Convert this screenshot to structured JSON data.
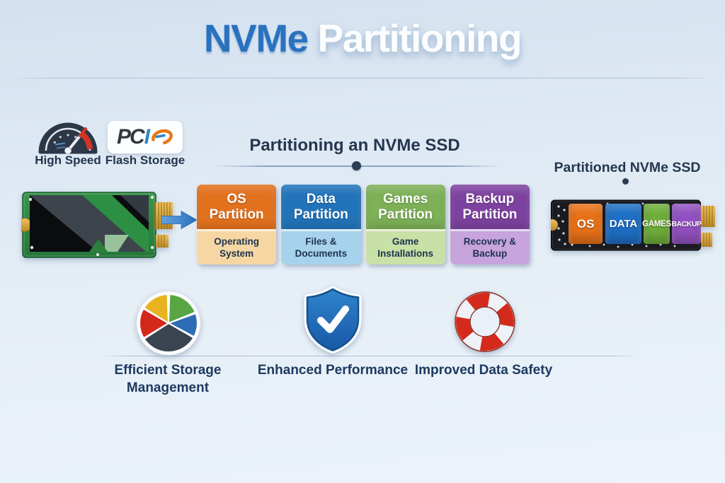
{
  "title": {
    "accent": "NVMe",
    "rest": "Partitioning"
  },
  "features": {
    "speed": {
      "icon": "speedometer-icon",
      "label": "High Speed"
    },
    "pci": {
      "icon": "pci-flash-logo",
      "logo_text_dark": "PC",
      "logo_text_accent": "I",
      "label": "Flash Storage"
    }
  },
  "process": {
    "heading": "Partitioning an NVMe SSD",
    "cards": [
      {
        "title": "OS Partition",
        "subtitle": "Operating System",
        "header_color": "#e2711e",
        "body_color": "#f6d7a4"
      },
      {
        "title": "Data Partition",
        "subtitle": "Files & Documents",
        "header_color": "#2273b9",
        "body_color": "#a7d2ec"
      },
      {
        "title": "Games Partition",
        "subtitle": "Game Installations",
        "header_color": "#7db057",
        "body_color": "#c7e1a6"
      },
      {
        "title": "Backup Partition",
        "subtitle": "Recovery & Backup",
        "header_color": "#7d429f",
        "body_color": "#c7a4dc"
      }
    ]
  },
  "result": {
    "heading": "Partitioned NVMe SSD",
    "partitions": [
      {
        "label": "OS",
        "color": "#e87118"
      },
      {
        "label": "DATA",
        "color": "#1e6fc5"
      },
      {
        "label": "GAMES",
        "color": "#6fae3a"
      },
      {
        "label": "BACKUP",
        "color": "#9251c1"
      }
    ]
  },
  "benefits": [
    {
      "icon": "pie-chart-icon",
      "label": "Efficient Storage Management"
    },
    {
      "icon": "shield-check-icon",
      "label": "Enhanced Performance"
    },
    {
      "icon": "lifebuoy-icon",
      "label": "Improved Data Safety"
    }
  ],
  "colors": {
    "background_top": "#d3e1ef",
    "background_bottom": "#ecf3fa",
    "title_accent": "#2a72bf",
    "title_light": "#fbfdff",
    "heading_text": "#24374e",
    "label_text": "#1d3a60",
    "arrow": "#3f86cc",
    "pcb_green": "#2f8a3f",
    "pcb_black": "#191b20",
    "connector_gold": "#d9a93f"
  }
}
